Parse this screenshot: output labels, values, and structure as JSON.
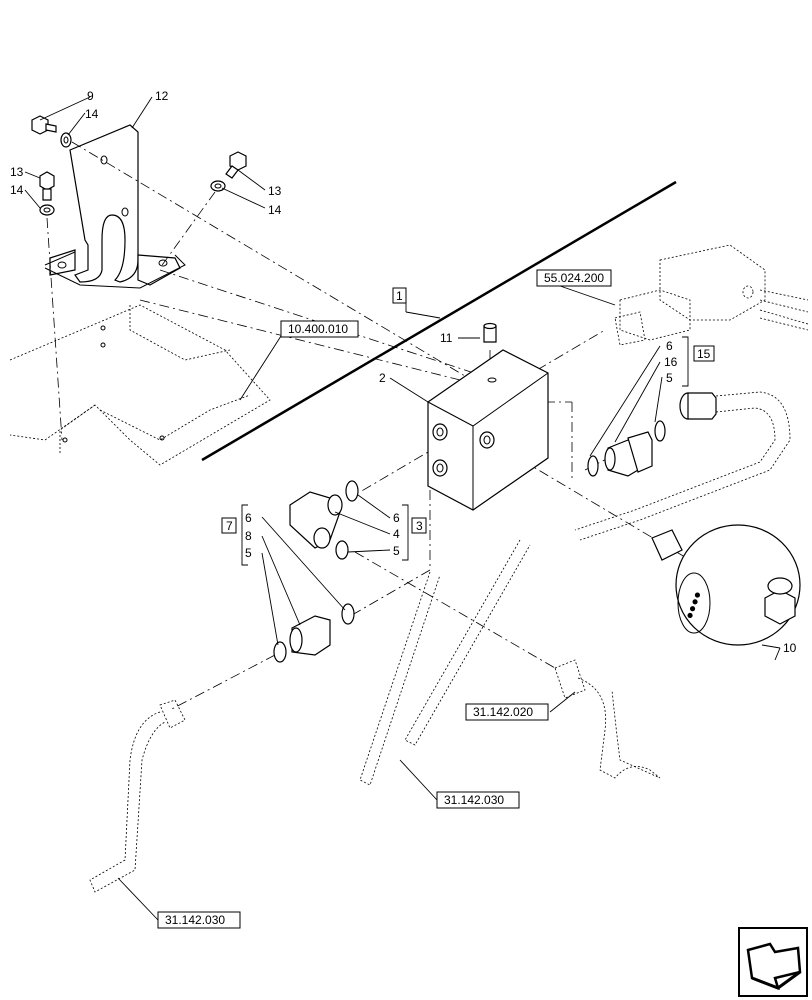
{
  "item_labels": {
    "n9": "9",
    "n14a": "14",
    "n12": "12",
    "n13a": "13",
    "n14b": "14",
    "n13b": "13",
    "n14c": "14",
    "n11": "11",
    "n2": "2",
    "n6a": "6",
    "n16": "16",
    "n5a": "5",
    "n6b": "6",
    "n4": "4",
    "n5b": "5",
    "n6c": "6",
    "n8": "8",
    "n5c": "5",
    "n10": "10"
  },
  "group_labels": {
    "g1": "1",
    "g15": "15",
    "g3": "3",
    "g7": "7"
  },
  "references": {
    "ref_55024200": "55.024.200",
    "ref_10400010": "10.400.010",
    "ref_31142020": "31.142.020",
    "ref_31142030a": "31.142.030",
    "ref_31142030b": "31.142.030"
  },
  "icons": {
    "nav": "next-page-arrow-icon"
  }
}
